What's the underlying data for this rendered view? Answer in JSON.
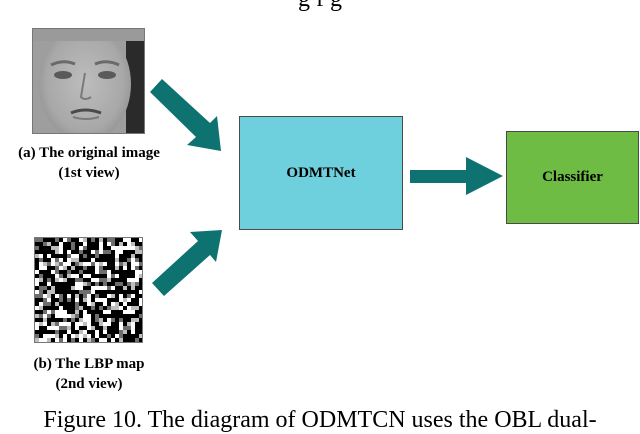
{
  "diagram": {
    "top_caption": "g f                  g",
    "bottom_caption": "Figure 10. The diagram of ODMTCN uses the OBL dual-",
    "input_a": {
      "label_line1": "(a) The original image",
      "label_line2": "(1st view)"
    },
    "input_b": {
      "label_line1": "(b) The LBP map",
      "label_line2": "(2nd view)"
    },
    "network_label": "ODMTNet",
    "classifier_label": "Classifier"
  },
  "colors": {
    "arrow": "#0e7270",
    "network_fill": "#6ecfdd",
    "classifier_fill": "#6fbc45"
  },
  "icons": [
    "arrow-right-down-icon",
    "arrow-right-up-icon",
    "arrow-right-icon"
  ]
}
